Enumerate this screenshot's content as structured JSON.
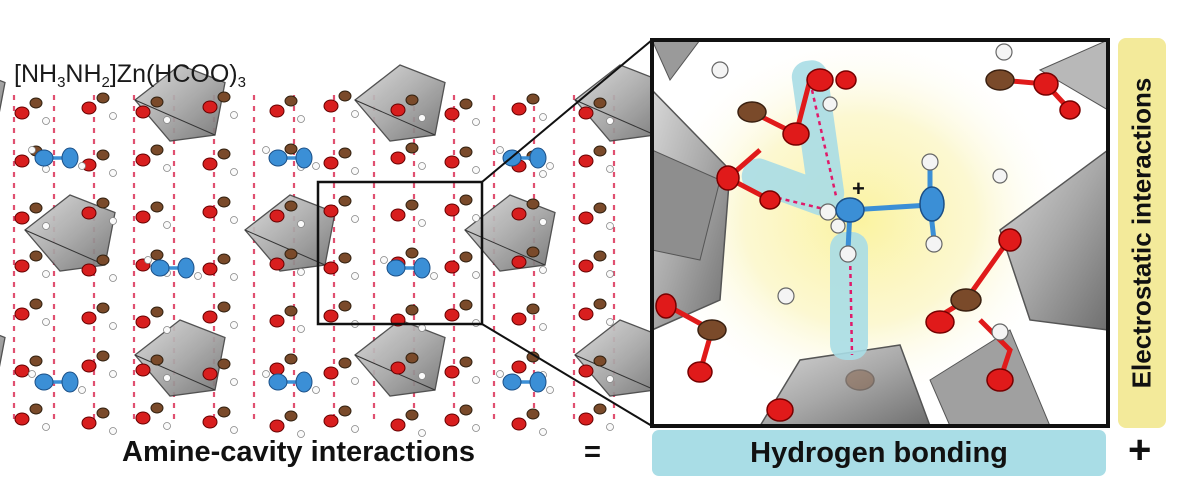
{
  "title": {
    "part1": "[NH",
    "sub1": "3",
    "part2": "NH",
    "sub2": "2",
    "part3": "]Zn(HCOO)",
    "sub3": "3"
  },
  "labels": {
    "amine_cavity": "Amine-cavity interactions",
    "equals": "=",
    "hydrogen_bonding": "Hydrogen bonding",
    "plus": "+",
    "electrostatic": "Electrostatic interactions",
    "charge": "+"
  },
  "colors": {
    "octahedron": "#9a9a9a",
    "carbon": "#7a4a2a",
    "oxygen": "#d81e1e",
    "nitrogen": "#3b8fd6",
    "hydrogen": "#f2f2f2",
    "hbond_highlight": "#a9dde6",
    "electrostatic_highlight": "#f3ea9a"
  }
}
